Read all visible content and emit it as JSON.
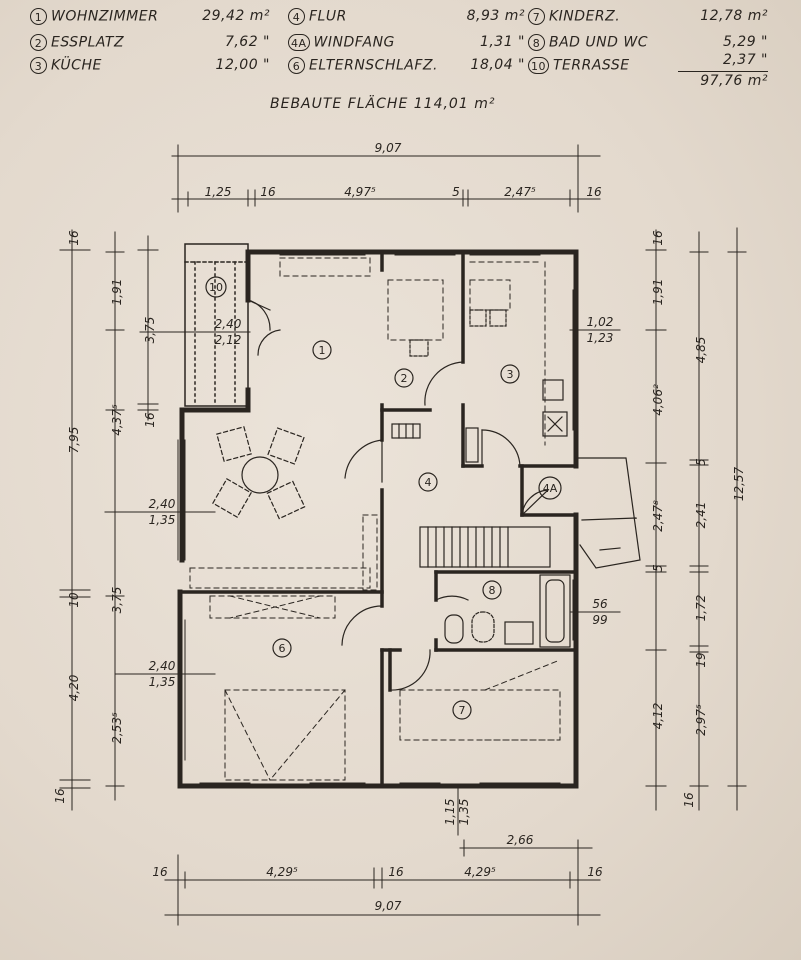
{
  "legend": {
    "rooms": [
      {
        "num": "1",
        "name": "WOHNZIMMER",
        "area": "29,42 m²"
      },
      {
        "num": "2",
        "name": "ESSPLATZ",
        "area": "7,62 \""
      },
      {
        "num": "3",
        "name": "KÜCHE",
        "area": "12,00 \""
      },
      {
        "num": "4",
        "name": "FLUR",
        "area": "8,93 m²"
      },
      {
        "num": "4A",
        "name": "WINDFANG",
        "area": "1,31 \""
      },
      {
        "num": "6",
        "name": "ELTERNSCHLAFZ.",
        "area": "18,04 \""
      },
      {
        "num": "7",
        "name": "KINDERZ.",
        "area": "12,78 m²"
      },
      {
        "num": "8",
        "name": "BAD UND WC",
        "area": "5,29 \""
      },
      {
        "num": "10",
        "name": "TERRASSE",
        "area": "2,37 \""
      }
    ],
    "total": "97,76 m²"
  },
  "built_area": "BEBAUTE FLÄCHE  114,01 m²",
  "dimensions": {
    "top_overall": "9,07",
    "top_parts": [
      "1,25",
      "16",
      "4,97⁵",
      "5",
      "2,47⁵",
      "16"
    ],
    "bottom_overall": "9,07",
    "bottom_parts": [
      "16",
      "4,29⁵",
      "16",
      "4,29⁵",
      "16"
    ],
    "bottom_partial": "2,66",
    "bottom_opening": [
      "1,15",
      "1,35"
    ],
    "left_outer": [
      "7,95",
      "10",
      "4,20",
      "16"
    ],
    "left_inner": [
      "16",
      "1,91",
      "4,37⁵",
      "3,75",
      "2,53⁵"
    ],
    "left_inner2": [
      "3,75",
      "16"
    ],
    "right_outer": [
      "12,57"
    ],
    "right_mid": [
      "4,85",
      "5",
      "2,41",
      "1,72",
      "19",
      "2,97⁵"
    ],
    "right_inner": [
      "16",
      "1,91",
      "4,06²",
      "2,47⁸",
      "5",
      "4,12",
      "16"
    ],
    "openings": [
      {
        "top": "2,40",
        "bottom": "2,12"
      },
      {
        "top": "2,40",
        "bottom": "1,35"
      },
      {
        "top": "2,40",
        "bottom": "1,35"
      },
      {
        "top": "1,02",
        "bottom": "1,23"
      },
      {
        "top": "56",
        "bottom": "99"
      }
    ]
  },
  "room_markers": [
    "1",
    "2",
    "3",
    "4",
    "4A",
    "6",
    "7",
    "8",
    "10"
  ]
}
